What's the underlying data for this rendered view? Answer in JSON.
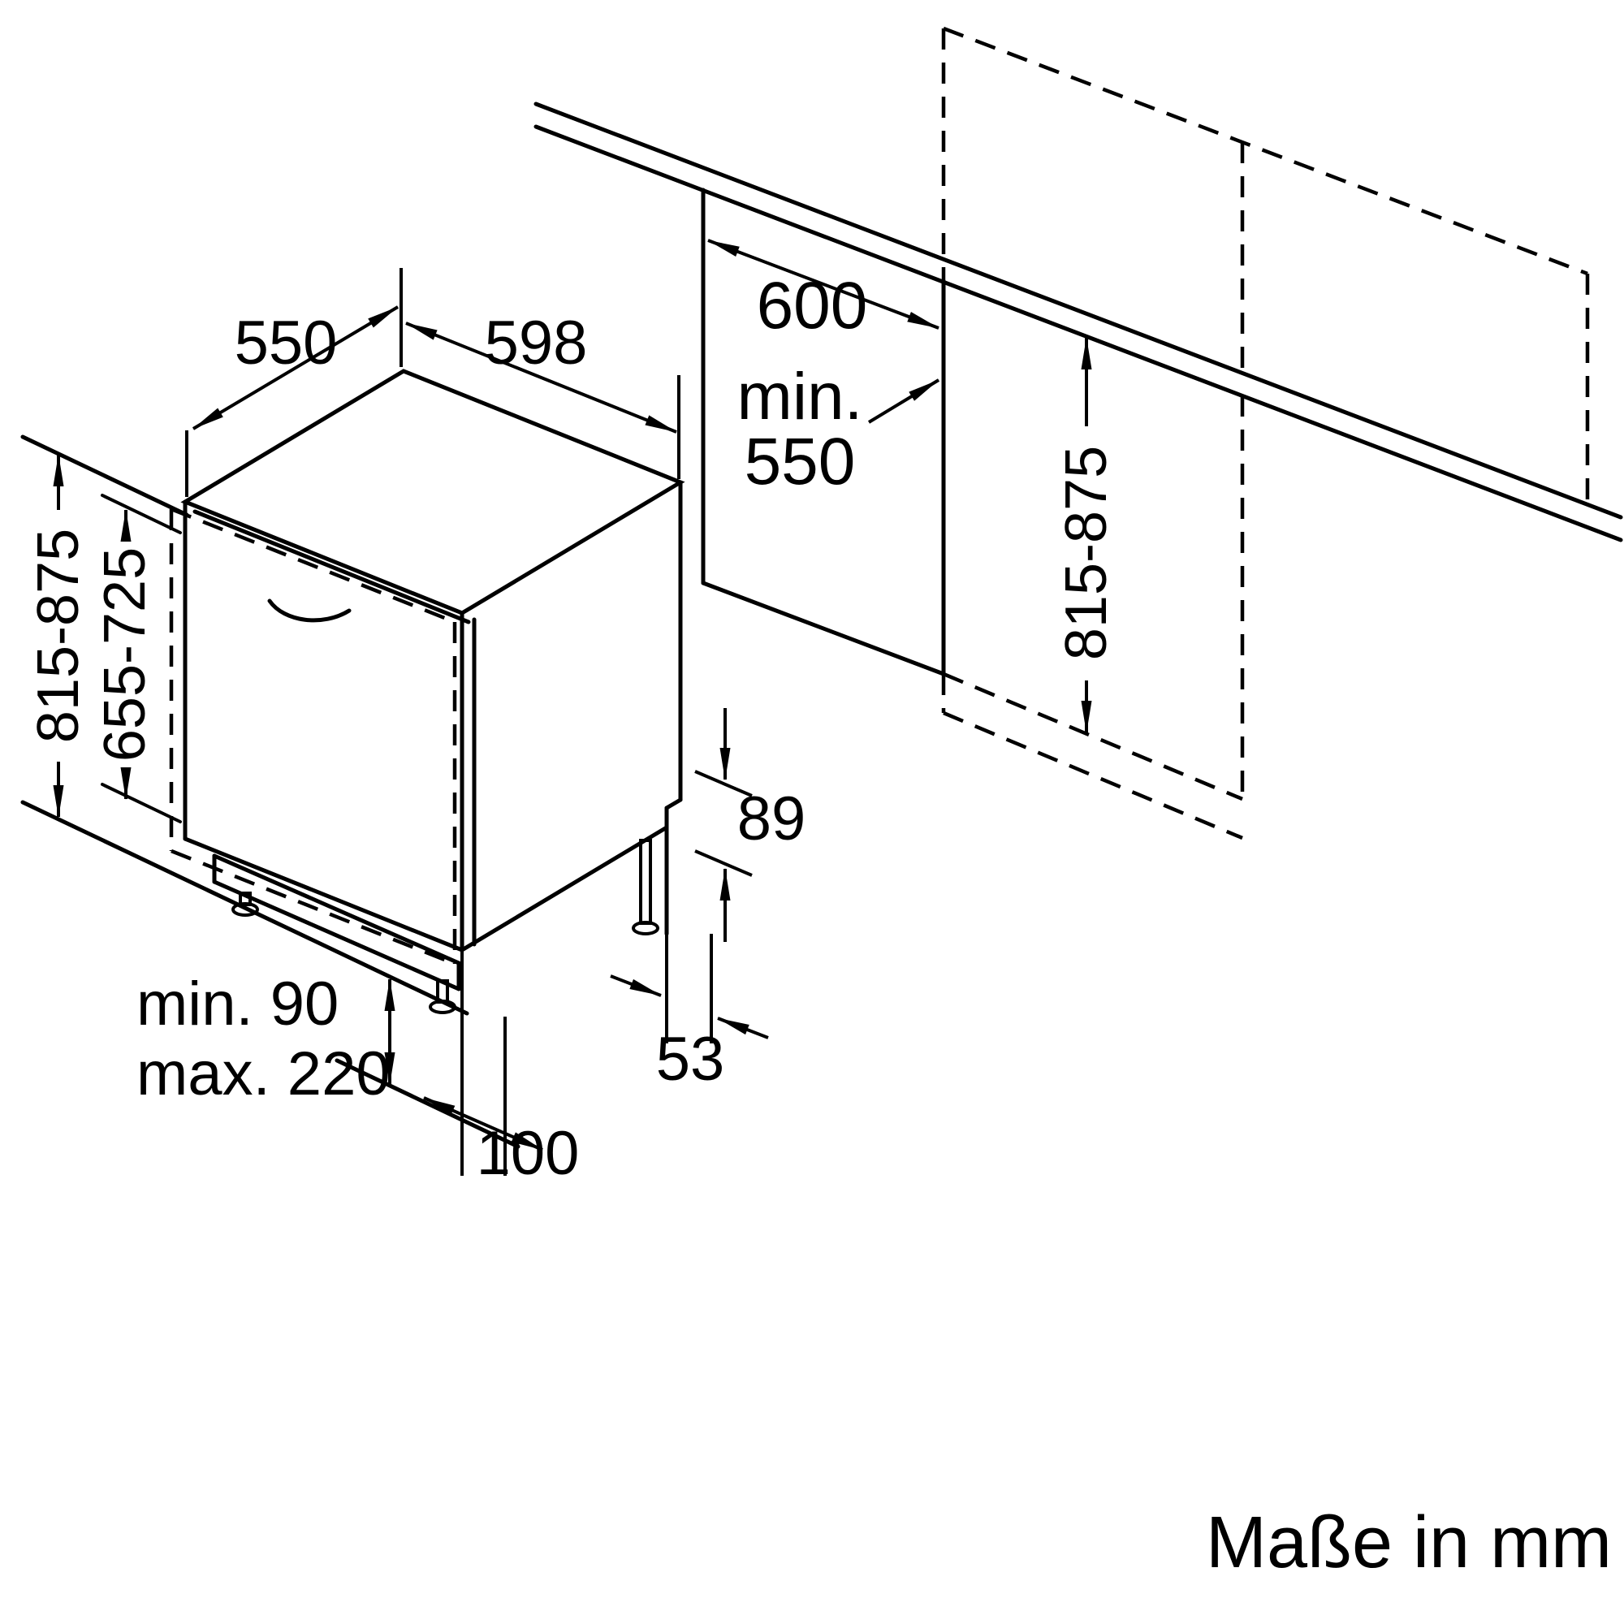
{
  "footer": {
    "units_note": "Maße in mm"
  },
  "appliance": {
    "depth_top": "550",
    "width_top": "598",
    "height_total": "815-875",
    "door_panel_height": "655-725",
    "plinth_min": "min. 90",
    "plinth_max": "max. 220",
    "foot_inset": "100",
    "rear_recess_height": "89",
    "rear_recess_depth": "53"
  },
  "niche": {
    "width": "600",
    "depth_prefix": "min.",
    "depth_value": "550",
    "height": "815-875"
  }
}
